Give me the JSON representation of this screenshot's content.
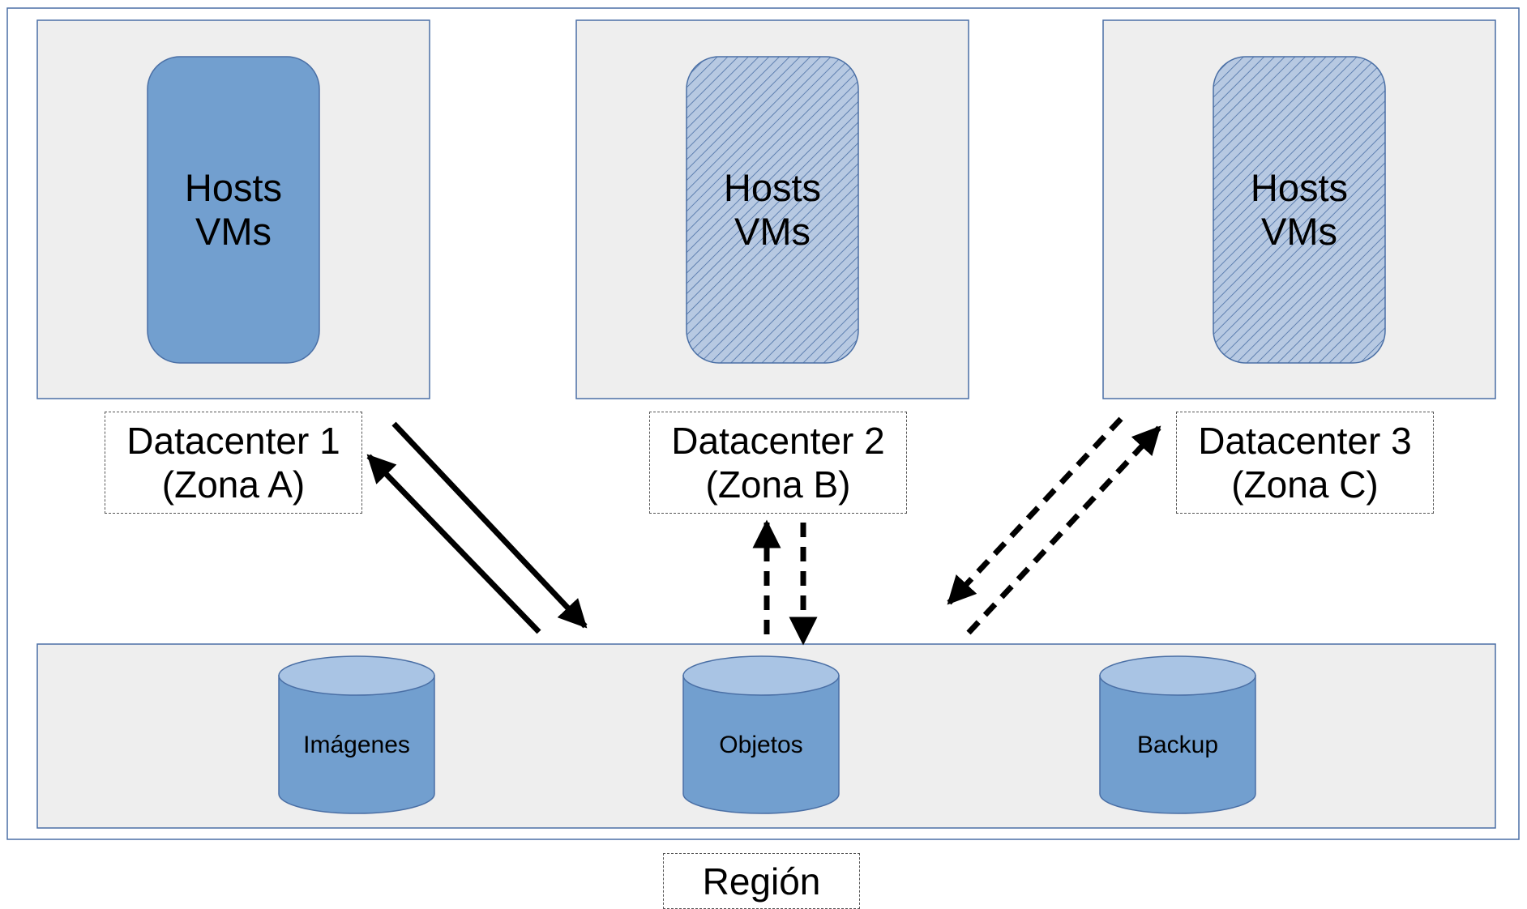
{
  "region": {
    "label": "Región"
  },
  "datacenters": [
    {
      "name": "Datacenter 1",
      "zone": "(Zona A)",
      "hosts_line1": "Hosts",
      "hosts_line2": "VMs",
      "fill": "solid"
    },
    {
      "name": "Datacenter 2",
      "zone": "(Zona B)",
      "hosts_line1": "Hosts",
      "hosts_line2": "VMs",
      "fill": "hatched"
    },
    {
      "name": "Datacenter 3",
      "zone": "(Zona C)",
      "hosts_line1": "Hosts",
      "hosts_line2": "VMs",
      "fill": "hatched"
    }
  ],
  "storage": [
    {
      "label": "Imágenes"
    },
    {
      "label": "Objetos"
    },
    {
      "label": "Backup"
    }
  ],
  "links": [
    {
      "from": "Datacenter 1",
      "to": "storage",
      "style": "solid",
      "direction": "bidirectional"
    },
    {
      "from": "Datacenter 2",
      "to": "storage",
      "style": "dashed",
      "direction": "bidirectional"
    },
    {
      "from": "Datacenter 3",
      "to": "storage",
      "style": "dashed",
      "direction": "bidirectional"
    }
  ],
  "colors": {
    "panel_fill": "#eeeeee",
    "panel_stroke": "#4a6fa5",
    "host_fill": "#729fcf",
    "host_hatched_bg": "#b7c9e2",
    "host_hatch": "#4a6fa5",
    "cylinder_body": "#729fcf",
    "cylinder_top": "#a9c4e4",
    "arrow": "#000000"
  }
}
